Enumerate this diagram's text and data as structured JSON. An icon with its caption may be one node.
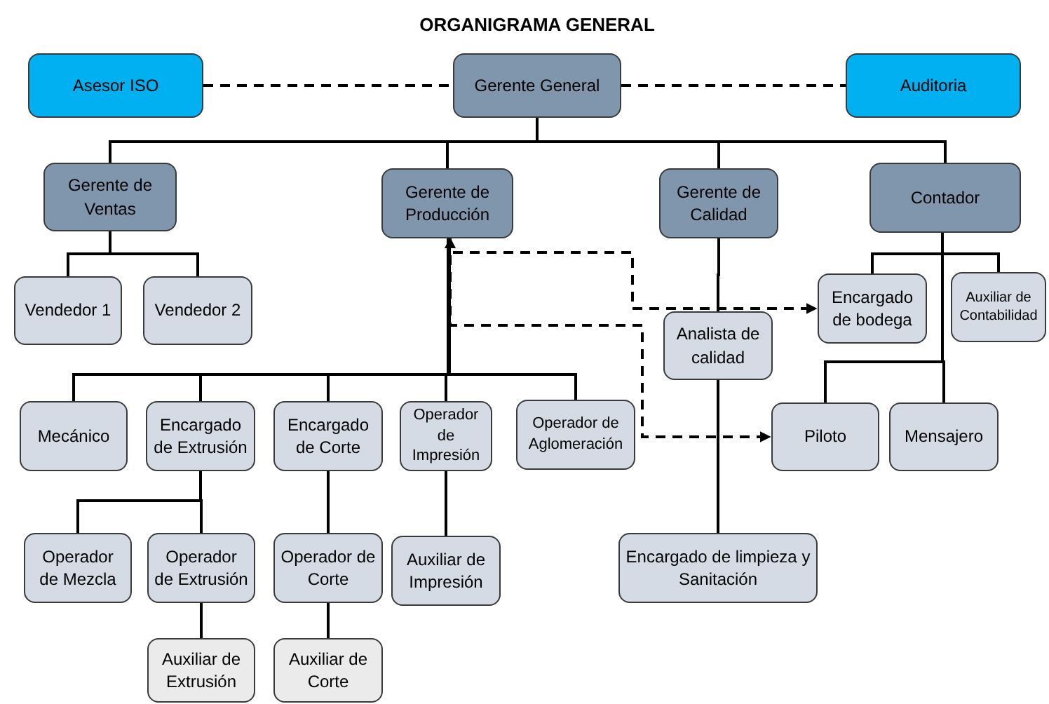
{
  "diagram": {
    "title": "ORGANIGRAMA GENERAL",
    "nodes": [
      {
        "text": [
          "Asesor ISO"
        ]
      },
      {
        "text": [
          "Gerente General"
        ]
      },
      {
        "text": [
          "Auditoria"
        ]
      },
      {
        "text": [
          "Gerente de Ventas"
        ]
      },
      {
        "text": [
          "Gerente de Producción"
        ]
      },
      {
        "text": [
          "Gerente de Calidad"
        ]
      },
      {
        "text": [
          "Contador"
        ]
      },
      {
        "text": [
          "Vendedor 1"
        ]
      },
      {
        "text": [
          "Vendedor 2"
        ]
      },
      {
        "text": [
          "Encargado de bodega"
        ]
      },
      {
        "text": [
          "Auxiliar de Contabilidad"
        ]
      },
      {
        "text": [
          "Analista de calidad"
        ]
      },
      {
        "text": [
          "Mecánico"
        ]
      },
      {
        "text": [
          "Encargado de Extrusión"
        ]
      },
      {
        "text": [
          "Encargado de Corte"
        ]
      },
      {
        "text": [
          "Operador de Impresión"
        ]
      },
      {
        "text": [
          "Operador de Aglomeración"
        ]
      },
      {
        "text": [
          "Piloto"
        ]
      },
      {
        "text": [
          "Mensajero"
        ]
      },
      {
        "text": [
          "Operador de Mezcla"
        ]
      },
      {
        "text": [
          "Operador de Extrusión"
        ]
      },
      {
        "text": [
          "Operador de Corte"
        ]
      },
      {
        "text": [
          "Auxiliar de Impresión"
        ]
      },
      {
        "text": [
          "Encargado de limpieza y Sanitación"
        ]
      },
      {
        "text": [
          "Auxiliar de Extrusión"
        ]
      },
      {
        "text": [
          "Auxiliar de Corte"
        ]
      }
    ],
    "edges": [
      {
        "from": 0,
        "to": 1,
        "arrow": "none",
        "style": "dashed"
      },
      {
        "from": 1,
        "to": 2,
        "arrow": "none",
        "style": "dashed"
      },
      {
        "from": 1,
        "to": 3,
        "arrow": "none"
      },
      {
        "from": 1,
        "to": 4,
        "arrow": "none"
      },
      {
        "from": 1,
        "to": 5,
        "arrow": "none"
      },
      {
        "from": 1,
        "to": 6,
        "arrow": "none"
      },
      {
        "from": 3,
        "to": 7,
        "arrow": "none"
      },
      {
        "from": 3,
        "to": 8,
        "arrow": "none"
      },
      {
        "from": 6,
        "to": 9,
        "arrow": "none"
      },
      {
        "from": 6,
        "to": 10,
        "arrow": "none"
      },
      {
        "from": 5,
        "to": 11,
        "arrow": "none"
      },
      {
        "from": 4,
        "to": 12,
        "arrow": "none"
      },
      {
        "from": 4,
        "to": 13,
        "arrow": "none"
      },
      {
        "from": 4,
        "to": 14,
        "arrow": "none"
      },
      {
        "from": 4,
        "to": 15,
        "arrow": "none"
      },
      {
        "from": 4,
        "to": 16,
        "arrow": "none"
      },
      {
        "from": 6,
        "to": 17,
        "arrow": "none"
      },
      {
        "from": 6,
        "to": 18,
        "arrow": "none"
      },
      {
        "from": 13,
        "to": 19,
        "arrow": "none"
      },
      {
        "from": 13,
        "to": 20,
        "arrow": "none"
      },
      {
        "from": 14,
        "to": 21,
        "arrow": "none"
      },
      {
        "from": 15,
        "to": 22,
        "arrow": "none"
      },
      {
        "from": 11,
        "to": 23,
        "arrow": "none"
      },
      {
        "from": 20,
        "to": 24,
        "arrow": "none"
      },
      {
        "from": 21,
        "to": 25,
        "arrow": "none"
      },
      {
        "from": 4,
        "to": 9,
        "arrow": "both",
        "style": "dashed"
      },
      {
        "from": 4,
        "to": 17,
        "arrow": "both",
        "style": "dashed"
      }
    ]
  }
}
